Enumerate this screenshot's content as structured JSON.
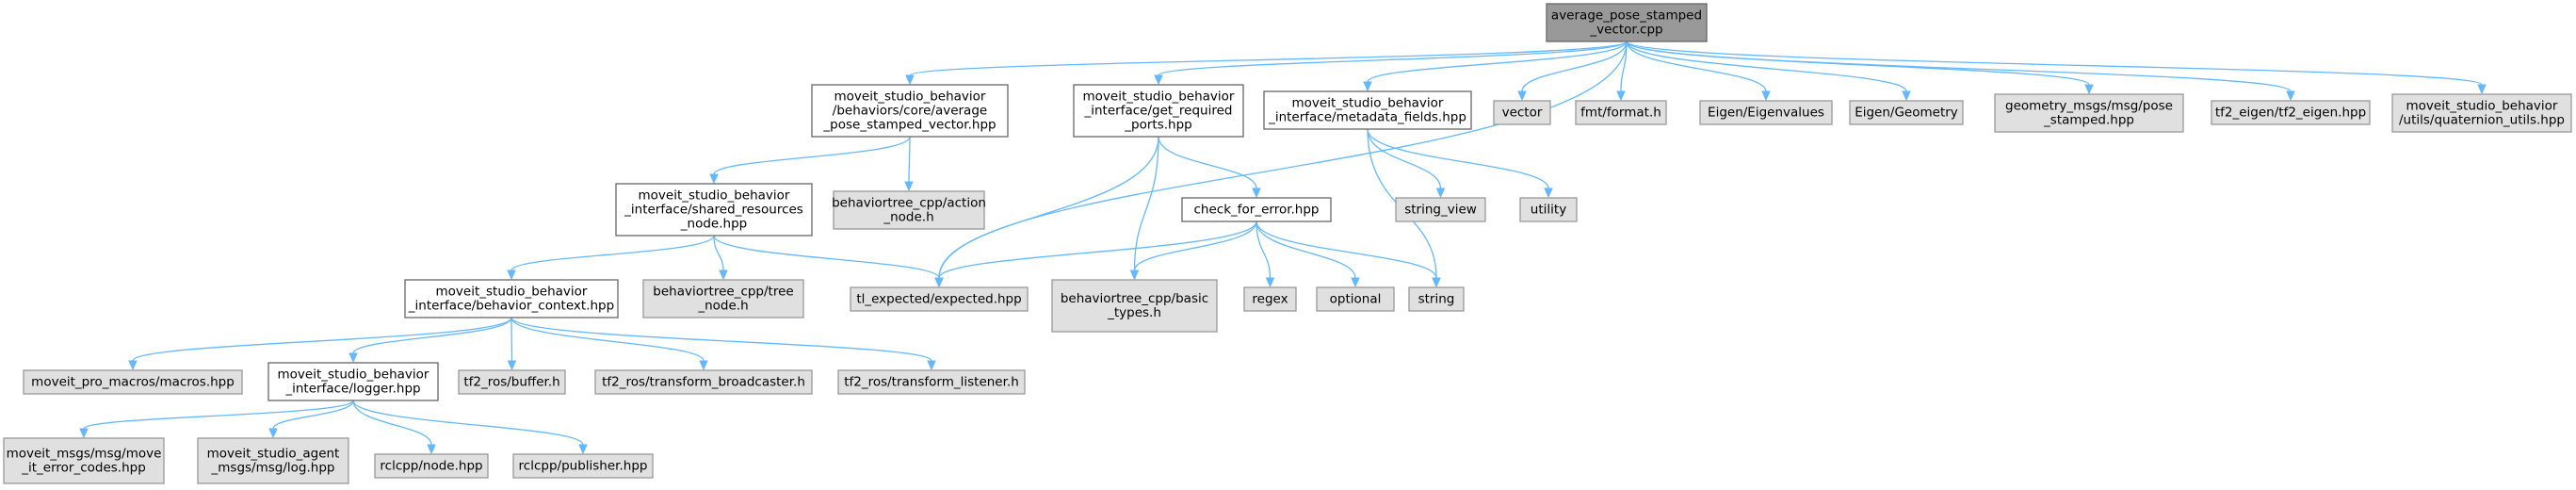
{
  "colors": {
    "root_fill": "#999999",
    "root_stroke": "#666666",
    "documented_fill": "#ffffff",
    "documented_stroke": "#666666",
    "external_fill": "#e0e0e0",
    "external_stroke": "#999999",
    "edge": "#63b8ff",
    "text": "#000000"
  },
  "nodes": [
    {
      "id": "root",
      "kind": "root",
      "lines": [
        "average_pose_stamped",
        "_vector.cpp"
      ]
    },
    {
      "id": "apsv",
      "kind": "documented",
      "lines": [
        "moveit_studio_behavior",
        "/behaviors/core/average",
        "_pose_stamped_vector.hpp"
      ]
    },
    {
      "id": "grp",
      "kind": "documented",
      "lines": [
        "moveit_studio_behavior",
        "_interface/get_required",
        "_ports.hpp"
      ]
    },
    {
      "id": "mf",
      "kind": "documented",
      "lines": [
        "moveit_studio_behavior",
        "_interface/metadata_fields.hpp"
      ]
    },
    {
      "id": "vector",
      "kind": "external",
      "lines": [
        "vector"
      ]
    },
    {
      "id": "fmt",
      "kind": "external",
      "lines": [
        "fmt/format.h"
      ]
    },
    {
      "id": "eigval",
      "kind": "external",
      "lines": [
        "Eigen/Eigenvalues"
      ]
    },
    {
      "id": "eigeo",
      "kind": "external",
      "lines": [
        "Eigen/Geometry"
      ]
    },
    {
      "id": "gm",
      "kind": "external",
      "lines": [
        "geometry_msgs/msg/pose",
        "_stamped.hpp"
      ]
    },
    {
      "id": "tf2e",
      "kind": "external",
      "lines": [
        "tf2_eigen/tf2_eigen.hpp"
      ]
    },
    {
      "id": "quat",
      "kind": "external",
      "lines": [
        "moveit_studio_behavior",
        "/utils/quaternion_utils.hpp"
      ]
    },
    {
      "id": "srn",
      "kind": "documented",
      "lines": [
        "moveit_studio_behavior",
        "_interface/shared_resources",
        "_node.hpp"
      ]
    },
    {
      "id": "btan",
      "kind": "external",
      "lines": [
        "behaviortree_cpp/action",
        "_node.h"
      ]
    },
    {
      "id": "cfe",
      "kind": "documented",
      "lines": [
        "check_for_error.hpp"
      ]
    },
    {
      "id": "sv",
      "kind": "external",
      "lines": [
        "string_view"
      ]
    },
    {
      "id": "util",
      "kind": "external",
      "lines": [
        "utility"
      ]
    },
    {
      "id": "bc",
      "kind": "documented",
      "lines": [
        "moveit_studio_behavior",
        "_interface/behavior_context.hpp"
      ]
    },
    {
      "id": "btt",
      "kind": "external",
      "lines": [
        "behaviortree_cpp/tree",
        "_node.h"
      ]
    },
    {
      "id": "tle",
      "kind": "external",
      "lines": [
        "tl_expected/expected.hpp"
      ]
    },
    {
      "id": "btb",
      "kind": "external",
      "lines": [
        "behaviortree_cpp/basic",
        "_types.h"
      ]
    },
    {
      "id": "regex",
      "kind": "external",
      "lines": [
        "regex"
      ]
    },
    {
      "id": "optional",
      "kind": "external",
      "lines": [
        "optional"
      ]
    },
    {
      "id": "string",
      "kind": "external",
      "lines": [
        "string"
      ]
    },
    {
      "id": "macros",
      "kind": "external",
      "lines": [
        "moveit_pro_macros/macros.hpp"
      ]
    },
    {
      "id": "logger",
      "kind": "documented",
      "lines": [
        "moveit_studio_behavior",
        "_interface/logger.hpp"
      ]
    },
    {
      "id": "tfbuf",
      "kind": "external",
      "lines": [
        "tf2_ros/buffer.h"
      ]
    },
    {
      "id": "tfbr",
      "kind": "external",
      "lines": [
        "tf2_ros/transform_broadcaster.h"
      ]
    },
    {
      "id": "tfli",
      "kind": "external",
      "lines": [
        "tf2_ros/transform_listener.h"
      ]
    },
    {
      "id": "mec",
      "kind": "external",
      "lines": [
        "moveit_msgs/msg/move",
        "_it_error_codes.hpp"
      ]
    },
    {
      "id": "msalog",
      "kind": "external",
      "lines": [
        "moveit_studio_agent",
        "_msgs/msg/log.hpp"
      ]
    },
    {
      "id": "rnode",
      "kind": "external",
      "lines": [
        "rclcpp/node.hpp"
      ]
    },
    {
      "id": "rpub",
      "kind": "external",
      "lines": [
        "rclcpp/publisher.hpp"
      ]
    }
  ],
  "edges": [
    [
      "root",
      "apsv"
    ],
    [
      "root",
      "tle"
    ],
    [
      "root",
      "grp"
    ],
    [
      "root",
      "mf"
    ],
    [
      "root",
      "vector"
    ],
    [
      "root",
      "fmt"
    ],
    [
      "root",
      "eigval"
    ],
    [
      "root",
      "eigeo"
    ],
    [
      "root",
      "gm"
    ],
    [
      "root",
      "tf2e"
    ],
    [
      "root",
      "quat"
    ],
    [
      "apsv",
      "srn"
    ],
    [
      "apsv",
      "btan"
    ],
    [
      "srn",
      "bc"
    ],
    [
      "srn",
      "btt"
    ],
    [
      "srn",
      "tle"
    ],
    [
      "grp",
      "tle"
    ],
    [
      "grp",
      "btb"
    ],
    [
      "grp",
      "cfe"
    ],
    [
      "mf",
      "sv"
    ],
    [
      "mf",
      "util"
    ],
    [
      "mf",
      "string"
    ],
    [
      "cfe",
      "tle"
    ],
    [
      "cfe",
      "btb"
    ],
    [
      "cfe",
      "regex"
    ],
    [
      "cfe",
      "optional"
    ],
    [
      "cfe",
      "string"
    ],
    [
      "bc",
      "macros"
    ],
    [
      "bc",
      "logger"
    ],
    [
      "bc",
      "tfbuf"
    ],
    [
      "bc",
      "tfbr"
    ],
    [
      "bc",
      "tfli"
    ],
    [
      "logger",
      "mec"
    ],
    [
      "logger",
      "msalog"
    ],
    [
      "logger",
      "rnode"
    ],
    [
      "logger",
      "rpub"
    ]
  ]
}
